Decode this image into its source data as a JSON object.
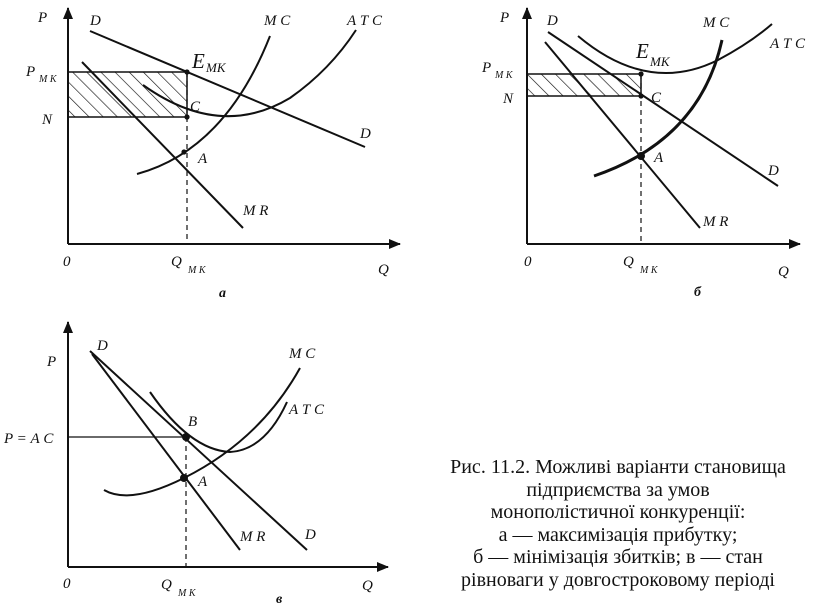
{
  "panel_a": {
    "label": "а",
    "axis_y": "P",
    "axis_x": "Q",
    "origin": "0",
    "q_label": "Q",
    "q_sub": "М К",
    "p_label": "P",
    "p_sub": "М К",
    "n_label": "N",
    "d_top": "D",
    "d_bottom": "D",
    "mc": "М С",
    "atc": "А Т С",
    "mr": "М R",
    "e_label": "E",
    "e_sub": "МК",
    "c_label": "C",
    "a_label": "A"
  },
  "panel_b": {
    "label": "б",
    "axis_y": "P",
    "axis_x": "Q",
    "origin": "0",
    "q_label": "Q",
    "q_sub": "М К",
    "p_label": "P",
    "p_sub": "М К",
    "n_label": "N",
    "d_top": "D",
    "d_bottom": "D",
    "mc": "М С",
    "atc": "А Т С",
    "mr": "М R",
    "e_label": "E",
    "e_sub": "МК",
    "c_label": "C",
    "a_label": "A"
  },
  "panel_c": {
    "label": "в",
    "axis_y": "P",
    "axis_x": "Q",
    "origin": "0",
    "q_label": "Q",
    "q_sub": "М К",
    "p_label": "P = А С",
    "d_top": "D",
    "d_bottom": "D",
    "mc": "М С",
    "atc": "А Т С",
    "mr": "М R",
    "b_label": "B",
    "a_label": "A"
  },
  "caption": {
    "line1": "Рис. 11.2. Можливі варіанти становища",
    "line2": "підприємства за умов",
    "line3": "монополістичної конкуренції:",
    "line4": "а — максимізація прибутку;",
    "line5": "б — мінімізація збитків; в — стан",
    "line6": "рівноваги у довгостроковому періоді"
  }
}
